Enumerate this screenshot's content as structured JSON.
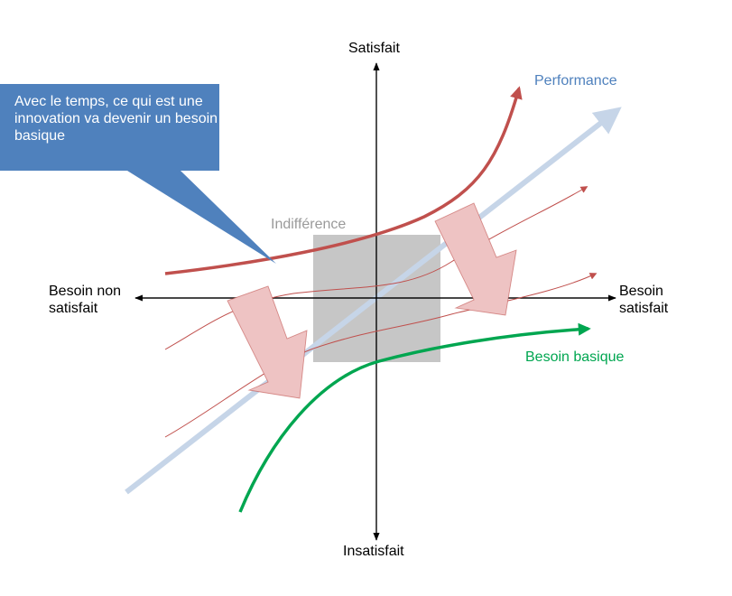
{
  "axes": {
    "top": "Satisfait",
    "bottom": "Insatisfait",
    "left": "Besoin non satisfait",
    "right": "Besoin satisfait"
  },
  "curves": {
    "performance": "Performance",
    "basic": "Besoin basique"
  },
  "zone": {
    "indifference": "Indifférence"
  },
  "callout": {
    "text": "Avec le temps, ce qui est une innovation va devenir un besoin basique"
  },
  "colors": {
    "excitement": "#c0504d",
    "performance": "#4f81bd",
    "performance_line": "#c6d5e8",
    "basic": "#00a650",
    "zone": "#c6c6c6",
    "zone_label": "#9a9a9a",
    "callout_fill": "#4f81bd",
    "transition_arrow_fill": "#eec3c3",
    "transition_arrow_stroke": "#c0504d",
    "axis": "#000000"
  }
}
